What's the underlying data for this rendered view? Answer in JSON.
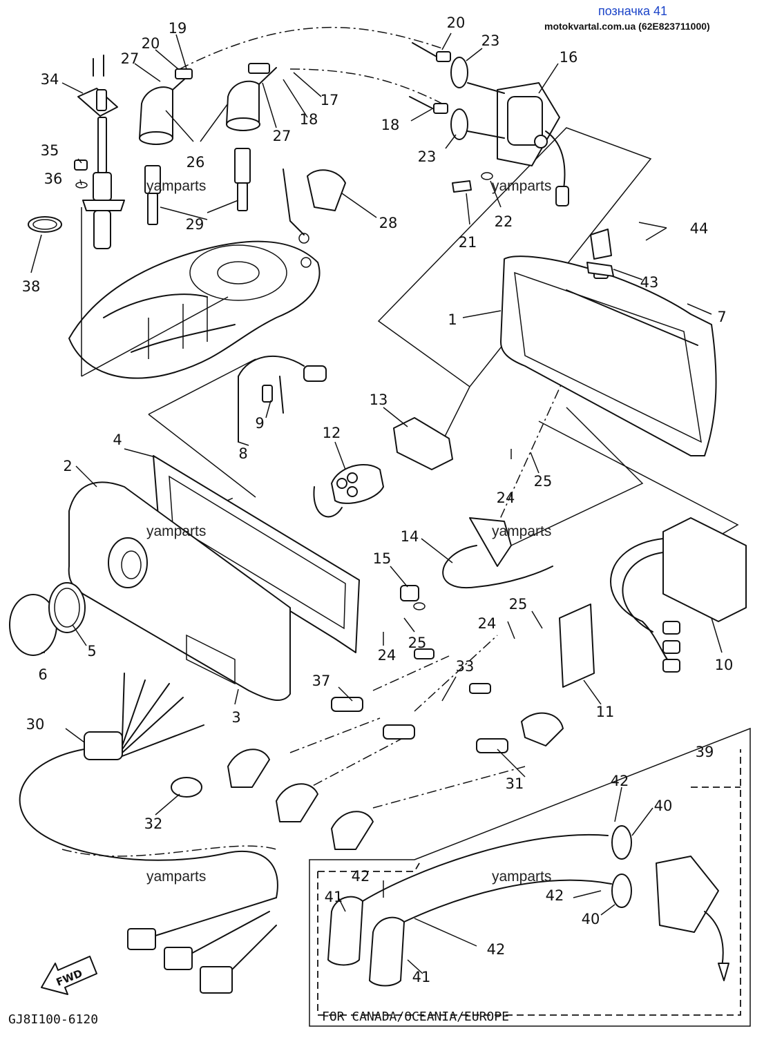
{
  "header": {
    "title": "позначка 41",
    "site": "motokvartal.com.ua (62E823711000)"
  },
  "watermark": "yamparts",
  "diagram": {
    "code": "GJ8I100-6120",
    "region_note": "FOR CANADA/OCEANIA/EUROPE",
    "direction_label": "FWD"
  },
  "callouts": {
    "c1": "1",
    "c2": "2",
    "c3": "3",
    "c4": "4",
    "c5": "5",
    "c6": "6",
    "c7": "7",
    "c8": "8",
    "c9": "9",
    "c10": "10",
    "c11": "11",
    "c12": "12",
    "c13": "13",
    "c14": "14",
    "c15": "15",
    "c16": "16",
    "c17": "17",
    "c18a": "18",
    "c18b": "18",
    "c19": "19",
    "c20a": "20",
    "c20b": "20",
    "c21": "21",
    "c22": "22",
    "c23a": "23",
    "c23b": "23",
    "c24a": "24",
    "c24b": "24",
    "c24c": "24",
    "c25a": "25",
    "c25b": "25",
    "c25c": "25",
    "c26": "26",
    "c27a": "27",
    "c27b": "27",
    "c28": "28",
    "c29": "29",
    "c30": "30",
    "c31": "31",
    "c32": "32",
    "c33": "33",
    "c34": "34",
    "c35": "35",
    "c36": "36",
    "c37": "37",
    "c38": "38",
    "c39": "39",
    "c40a": "40",
    "c40b": "40",
    "c41a": "41",
    "c41b": "41",
    "c42a": "42",
    "c42b": "42",
    "c42c": "42",
    "c42d": "42",
    "c43": "43",
    "c44": "44"
  }
}
